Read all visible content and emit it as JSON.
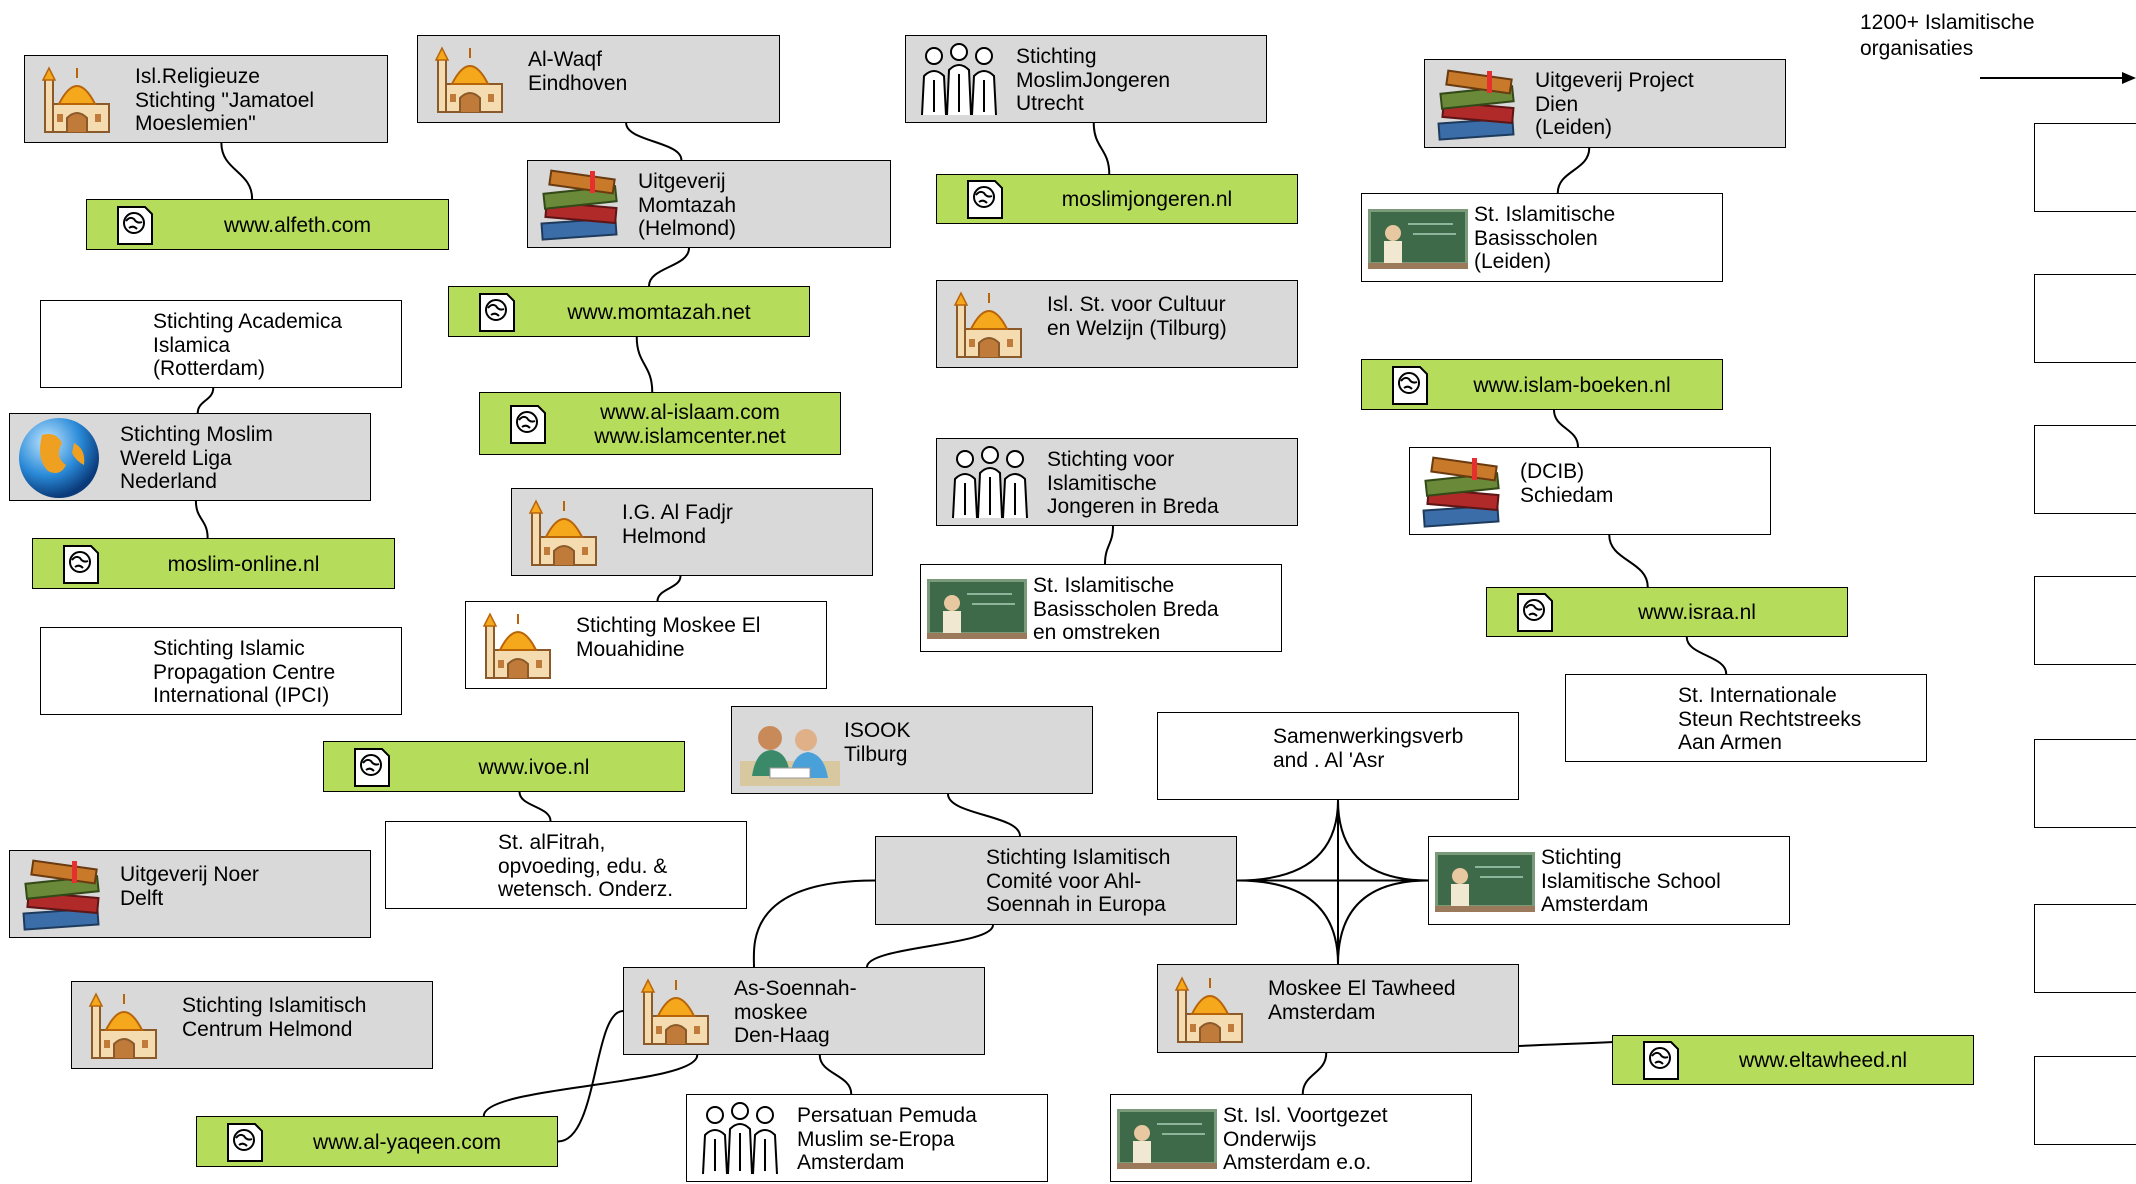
{
  "header": {
    "text": "1200+ Islamitische\norganisaties"
  },
  "side_boxes_count": 7,
  "icons": {
    "mosque-icon": "mosque",
    "books-icon": "stack of books",
    "people-icon": "people",
    "teacher-icon": "teacher at blackboard",
    "globe-icon": "globe",
    "web-icon": "web page",
    "study-icon": "students studying"
  },
  "colors": {
    "gray": "#d9d9d9",
    "green": "#b5dc5a",
    "white": "#ffffff",
    "line": "#000000"
  },
  "nodes": [
    {
      "id": "n1",
      "style": "gray",
      "icon": "mosque",
      "text": "Isl.Religieuze\nStichting \"Jamatoel\nMoeslemien\""
    },
    {
      "id": "n2",
      "style": "green",
      "icon": "web",
      "text": "www.alfeth.com"
    },
    {
      "id": "n3",
      "style": "gray",
      "icon": "mosque",
      "text": "Al-Waqf\nEindhoven"
    },
    {
      "id": "n4",
      "style": "gray",
      "icon": "books",
      "text": "Uitgeverij\nMomtazah\n(Helmond)"
    },
    {
      "id": "n5",
      "style": "green",
      "icon": "web",
      "text": "www.momtazah.net"
    },
    {
      "id": "n6",
      "style": "green",
      "icon": "web",
      "text": "www.al-islaam.com\nwww.islamcenter.net"
    },
    {
      "id": "n7",
      "style": "white",
      "icon": "",
      "text": "Stichting Academica\nIslamica\n(Rotterdam)"
    },
    {
      "id": "n8",
      "style": "gray",
      "icon": "globe",
      "text": "Stichting Moslim\nWereld Liga\nNederland"
    },
    {
      "id": "n9",
      "style": "green",
      "icon": "web",
      "text": "moslim-online.nl"
    },
    {
      "id": "n10",
      "style": "white",
      "icon": "",
      "text": "Stichting Islamic\nPropagation Centre\nInternational (IPCI)"
    },
    {
      "id": "n11",
      "style": "gray",
      "icon": "mosque",
      "text": "I.G. Al Fadjr\nHelmond"
    },
    {
      "id": "n12",
      "style": "white",
      "icon": "mosque",
      "text": "Stichting Moskee El\nMouahidine"
    },
    {
      "id": "n13",
      "style": "gray",
      "icon": "people",
      "text": "Stichting\nMoslimJongeren\nUtrecht"
    },
    {
      "id": "n14",
      "style": "green",
      "icon": "web",
      "text": "moslimjongeren.nl"
    },
    {
      "id": "n15",
      "style": "gray",
      "icon": "mosque",
      "text": "Isl. St. voor Cultuur\nen Welzijn  (Tilburg)"
    },
    {
      "id": "n16",
      "style": "gray",
      "icon": "people",
      "text": "Stichting voor\nIslamitische\nJongeren in Breda"
    },
    {
      "id": "n17",
      "style": "white",
      "icon": "teacher",
      "text": "St. Islamitische\nBasisscholen Breda\nen omstreken"
    },
    {
      "id": "n18",
      "style": "gray",
      "icon": "books",
      "text": "Uitgeverij Project\nDien\n(Leiden)"
    },
    {
      "id": "n19",
      "style": "white",
      "icon": "teacher",
      "text": "St. Islamitische\nBasisscholen\n(Leiden)"
    },
    {
      "id": "n20",
      "style": "green",
      "icon": "web",
      "text": "www.islam-boeken.nl"
    },
    {
      "id": "n21",
      "style": "white",
      "icon": "books",
      "text": "(DCIB)\nSchiedam"
    },
    {
      "id": "n22",
      "style": "green",
      "icon": "web",
      "text": "www.israa.nl"
    },
    {
      "id": "n23",
      "style": "white",
      "icon": "",
      "text": "St. Internationale\nSteun Rechtstreeks\nAan Armen"
    },
    {
      "id": "n24",
      "style": "green",
      "icon": "web",
      "text": "www.ivoe.nl"
    },
    {
      "id": "n25",
      "style": "white",
      "icon": "",
      "text": "St. alFitrah,\nopvoeding, edu. &\nwetensch. Onderz."
    },
    {
      "id": "n26",
      "style": "gray",
      "icon": "books",
      "text": "Uitgeverij Noer\nDelft"
    },
    {
      "id": "n27",
      "style": "gray",
      "icon": "mosque",
      "text": "Stichting Islamitisch\nCentrum Helmond"
    },
    {
      "id": "n28",
      "style": "gray",
      "icon": "study",
      "text": "ISOOK\nTilburg"
    },
    {
      "id": "n29",
      "style": "gray",
      "icon": "",
      "text": "Stichting Islamitisch\nComité voor Ahl-\nSoennah in Europa"
    },
    {
      "id": "n30",
      "style": "gray",
      "icon": "mosque",
      "text": "As-Soennah-\nmoskee\nDen-Haag"
    },
    {
      "id": "n31",
      "style": "green",
      "icon": "web",
      "text": "www.al-yaqeen.com"
    },
    {
      "id": "n32",
      "style": "white",
      "icon": "people",
      "text": "Persatuan Pemuda\nMuslim se-Eropa\nAmsterdam"
    },
    {
      "id": "n33",
      "style": "white",
      "icon": "",
      "text": "Samenwerkingsverb\nand . Al 'Asr"
    },
    {
      "id": "n34",
      "style": "white",
      "icon": "teacher",
      "text": "Stichting\nIslamitische School\nAmsterdam"
    },
    {
      "id": "n35",
      "style": "gray",
      "icon": "mosque",
      "text": "Moskee El Tawheed\nAmsterdam"
    },
    {
      "id": "n36",
      "style": "green",
      "icon": "web",
      "text": "www.eltawheed.nl"
    },
    {
      "id": "n37",
      "style": "white",
      "icon": "teacher",
      "text": "St. Isl. Voortgezet\nOnderwijs\nAmsterdam e.o."
    }
  ],
  "edges": [
    [
      "n1",
      "n2"
    ],
    [
      "n3",
      "n4"
    ],
    [
      "n4",
      "n5"
    ],
    [
      "n5",
      "n6"
    ],
    [
      "n7",
      "n8"
    ],
    [
      "n8",
      "n9"
    ],
    [
      "n11",
      "n12"
    ],
    [
      "n13",
      "n14"
    ],
    [
      "n16",
      "n17"
    ],
    [
      "n18",
      "n19"
    ],
    [
      "n20",
      "n21"
    ],
    [
      "n21",
      "n22"
    ],
    [
      "n22",
      "n23"
    ],
    [
      "n24",
      "n25"
    ],
    [
      "n28",
      "n29"
    ],
    [
      "n29",
      "n30"
    ],
    [
      "n30",
      "n31"
    ],
    [
      "n30",
      "n32"
    ],
    [
      "n35",
      "n36"
    ],
    [
      "n35",
      "n37"
    ]
  ],
  "star_links": [
    "n29",
    "n33",
    "n34",
    "n35"
  ]
}
